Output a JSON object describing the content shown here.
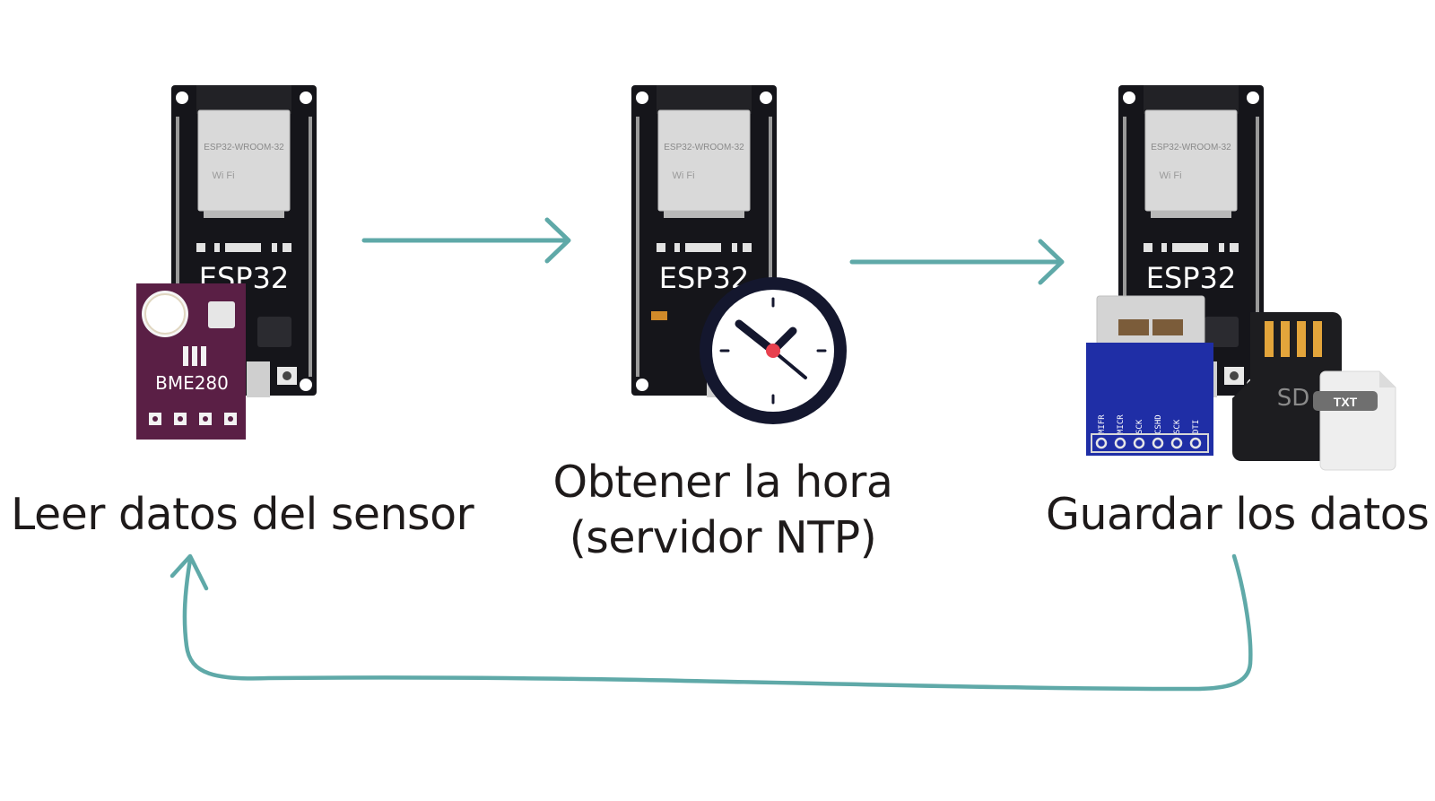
{
  "steps": [
    {
      "label": "Leer datos del sensor",
      "board_label": "ESP32",
      "module_label": "ESP32-WROOM-32",
      "sensor_label": "BME280",
      "wifi_label": "Wi Fi"
    },
    {
      "label_line1": "Obtener la hora",
      "label_line2": "(servidor NTP)",
      "board_label": "ESP32",
      "module_label": "ESP32-WROOM-32",
      "wifi_label": "Wi Fi"
    },
    {
      "label": "Guardar los datos",
      "board_label": "ESP32",
      "module_label": "ESP32-WROOM-32",
      "wifi_label": "Wi Fi",
      "sd_label": "SD",
      "file_label": "TXT",
      "sd_pins": [
        "MIFR",
        "MICR",
        "SCK",
        "CSHD",
        "SCK",
        "DTI"
      ]
    }
  ],
  "colors": {
    "arrow": "#5fa9a8",
    "board": "#15151a",
    "sensor": "#5a1f45",
    "sd_module": "#1f2ea6",
    "clock_ring": "#14172e",
    "clock_dot": "#e8414f",
    "text": "#1e1a1a"
  },
  "icons": [
    "esp32-board",
    "bme280-sensor",
    "clock-icon",
    "sd-card-module",
    "micro-sd-card",
    "txt-file-icon"
  ]
}
